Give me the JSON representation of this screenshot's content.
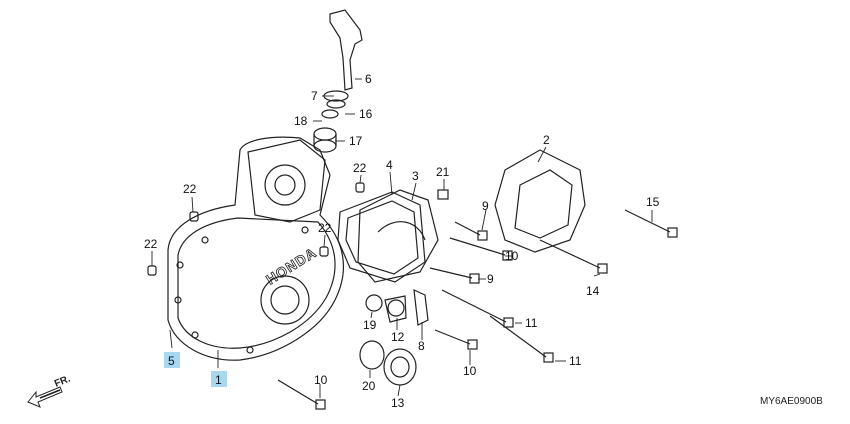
{
  "callouts": [
    {
      "id": "1",
      "text": "1",
      "highlight": "#a8d8f0"
    },
    {
      "id": "2",
      "text": "2"
    },
    {
      "id": "3",
      "text": "3"
    },
    {
      "id": "4",
      "text": "4"
    },
    {
      "id": "5",
      "text": "5",
      "highlight": "#a8d8f0"
    },
    {
      "id": "6",
      "text": "6"
    },
    {
      "id": "7",
      "text": "7"
    },
    {
      "id": "8",
      "text": "8"
    },
    {
      "id": "9a",
      "text": "9"
    },
    {
      "id": "9b",
      "text": "9"
    },
    {
      "id": "10a",
      "text": "10"
    },
    {
      "id": "10b",
      "text": "10"
    },
    {
      "id": "10c",
      "text": "10"
    },
    {
      "id": "11a",
      "text": "11"
    },
    {
      "id": "11b",
      "text": "11"
    },
    {
      "id": "12",
      "text": "12"
    },
    {
      "id": "13",
      "text": "13"
    },
    {
      "id": "14",
      "text": "14"
    },
    {
      "id": "15",
      "text": "15"
    },
    {
      "id": "16",
      "text": "16"
    },
    {
      "id": "17",
      "text": "17"
    },
    {
      "id": "18",
      "text": "18"
    },
    {
      "id": "19",
      "text": "19"
    },
    {
      "id": "20",
      "text": "20"
    },
    {
      "id": "21",
      "text": "21"
    },
    {
      "id": "22a",
      "text": "22"
    },
    {
      "id": "22b",
      "text": "22"
    },
    {
      "id": "22c",
      "text": "22"
    },
    {
      "id": "22d",
      "text": "22"
    }
  ],
  "brand_mark": "HONDA",
  "direction_label": "FR.",
  "reference_code": "MY6AE0900B",
  "colors": {
    "ink": "#222222",
    "highlight": "#a8d8f0"
  }
}
